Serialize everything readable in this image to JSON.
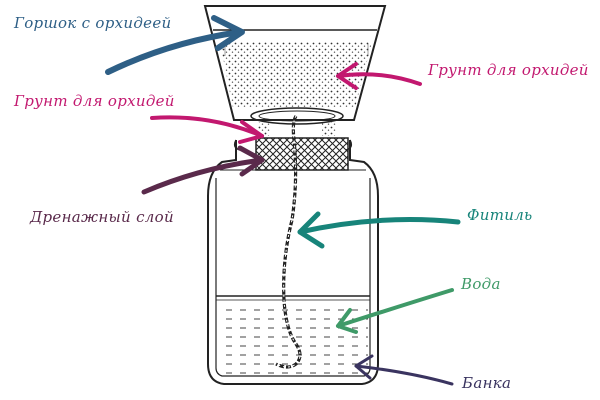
{
  "labels": {
    "pot": "Горшок с орхидеей",
    "substrate_right": "Грунт для орхидей",
    "substrate_left": "Грунт для орхидей",
    "drainage": "Дренажный слой",
    "wick": "Фитиль",
    "water": "Вода",
    "jar": "Банка"
  },
  "colors": {
    "pot": "#2e5f86",
    "substrate": "#c2186f",
    "drainage": "#5a2a4b",
    "wick": "#17847a",
    "water": "#3f9a68",
    "jar": "#3a3460",
    "drawing": "#222222"
  }
}
